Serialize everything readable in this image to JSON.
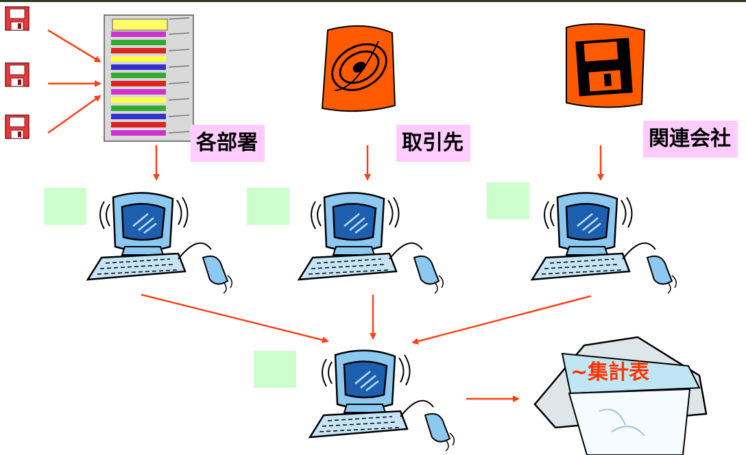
{
  "labels": {
    "departments": "各部署",
    "clients": "取引先",
    "affiliates": "関連会社",
    "summary": "~集計表"
  },
  "colors": {
    "arrow": "#ff4015",
    "label_bg": "#ffccff",
    "placeholder_box": "#ccffcc",
    "clipart_orange": "#ff5a00",
    "monitor_blue": "#8cc8f0",
    "summary_text": "#ff3300"
  },
  "icons": {
    "floppy_small": "floppy-disk-icon",
    "binder_stack": "document-binder-stack-icon",
    "cd": "compact-disc-icon",
    "floppy_large": "floppy-disk-icon",
    "computer": "desktop-computer-icon",
    "printer": "printer-icon"
  }
}
